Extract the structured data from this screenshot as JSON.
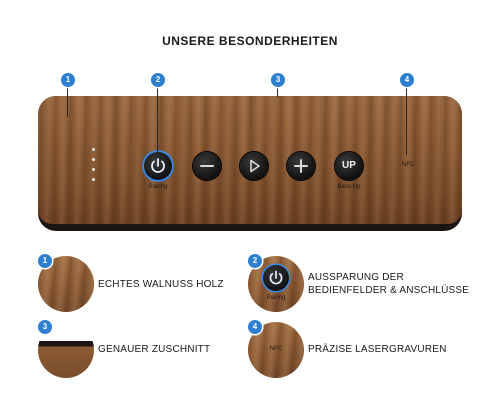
{
  "title": "UNSERE BESONDERHEITEN",
  "callouts": [
    "1",
    "2",
    "3",
    "4"
  ],
  "speaker": {
    "buttons": [
      {
        "icon": "power-icon",
        "label": "Pairing"
      },
      {
        "icon": "minus-icon",
        "label": ""
      },
      {
        "icon": "play-icon",
        "label": ""
      },
      {
        "icon": "plus-icon",
        "label": ""
      },
      {
        "icon": "up-text",
        "text": "UP",
        "label": "Bass-Up"
      }
    ],
    "nfc_label": "NFC",
    "led_count": 4
  },
  "features": [
    {
      "number": "1",
      "text": "ECHTES WALNUSS HOLZ"
    },
    {
      "number": "2",
      "text_line1": "AUSSPARUNG DER",
      "text_line2": "BEDIENFELDER & ANSCHLÜSSE",
      "icon_label": "Pairing"
    },
    {
      "number": "3",
      "text": "GENAUER ZUSCHNITT"
    },
    {
      "number": "4",
      "text": "PRÄZISE LASERGRAVUREN",
      "icon_label": "NFC"
    }
  ],
  "colors": {
    "badge": "#2f7fd0",
    "power_ring": "#2f8fff",
    "wood": "#8d5c36"
  }
}
